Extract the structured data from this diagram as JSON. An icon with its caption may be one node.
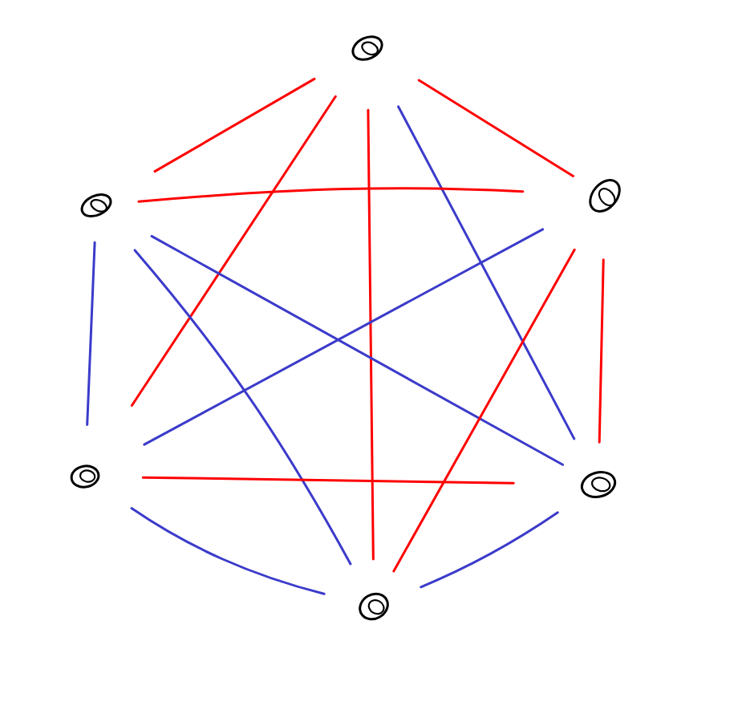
{
  "diagram": {
    "nodes": [
      {
        "text": [],
        "shape": "circle"
      },
      {
        "text": [],
        "shape": "circle"
      },
      {
        "text": [],
        "shape": "circle"
      },
      {
        "text": [],
        "shape": "circle"
      },
      {
        "text": [],
        "shape": "circle"
      },
      {
        "text": [],
        "shape": "circle"
      }
    ],
    "edges": [
      {
        "from": 0,
        "to": 1,
        "arrow": "none"
      },
      {
        "from": 0,
        "to": 2,
        "arrow": "none"
      },
      {
        "from": 0,
        "to": 3,
        "arrow": "none"
      },
      {
        "from": 0,
        "to": 4,
        "arrow": "none",
        "color": "#3b3bcb"
      },
      {
        "from": 0,
        "to": 5,
        "arrow": "none"
      },
      {
        "from": 1,
        "to": 2,
        "arrow": "none"
      },
      {
        "from": 1,
        "to": 3,
        "arrow": "none",
        "color": "#3b3bcb"
      },
      {
        "from": 1,
        "to": 4,
        "arrow": "none",
        "color": "#3b3bcb"
      },
      {
        "from": 1,
        "to": 5,
        "arrow": "none",
        "color": "#3b3bcb"
      },
      {
        "from": 2,
        "to": 3,
        "arrow": "none",
        "color": "#3b3bcb"
      },
      {
        "from": 2,
        "to": 4,
        "arrow": "none"
      },
      {
        "from": 2,
        "to": 5,
        "arrow": "none"
      },
      {
        "from": 3,
        "to": 4,
        "arrow": "none"
      },
      {
        "from": 3,
        "to": 5,
        "arrow": "none",
        "color": "#3b3bcb"
      },
      {
        "from": 4,
        "to": 5,
        "arrow": "none",
        "color": "#3b3bcb"
      }
    ]
  }
}
